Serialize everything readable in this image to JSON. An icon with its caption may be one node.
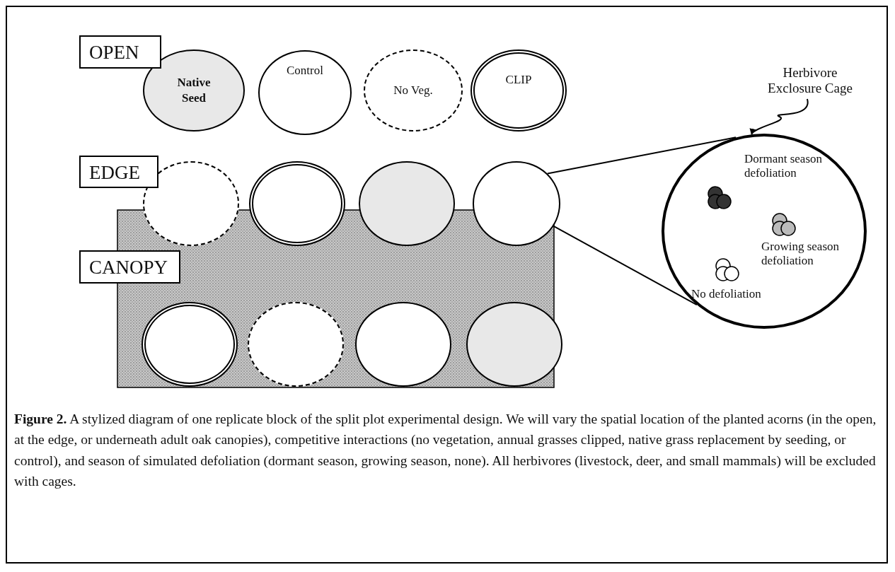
{
  "diagram": {
    "caption": "**Figure 2.** A stylized diagram of one replicate block of the split plot experimental design. We will vary the spatial location of the planted acorns (in the open, at the edge, or underneath adult oak canopies), competitive interactions (no vegetation, annual grasses clipped, native grass replacement by seeding, or control), and season of simulated defoliation (dormant season, growing season, none). All herbivores (livestock, deer, and small mammals) will be excluded with cages.",
    "nodes": [
      {
        "text": [
          "OPEN"
        ]
      },
      {
        "text": [
          "Native Seed"
        ]
      },
      {
        "text": [
          "Control"
        ]
      },
      {
        "text": [
          "No Veg."
        ]
      },
      {
        "text": [
          "CLIP"
        ]
      },
      {
        "text": [
          "EDGE"
        ]
      },
      {
        "text": [],
        "shape": "circle"
      },
      {
        "text": [],
        "shape": "circle"
      },
      {
        "text": [],
        "shape": "circle"
      },
      {
        "text": [],
        "shape": "circle"
      },
      {
        "text": [
          "CANOPY"
        ]
      },
      {
        "text": [],
        "shape": "circle"
      },
      {
        "text": [],
        "shape": "circle"
      },
      {
        "text": [],
        "shape": "circle"
      },
      {
        "text": [],
        "shape": "circle"
      },
      {
        "text": [
          "Herbivore Exclosure Cage"
        ]
      },
      {
        "text": [
          "Dormant season defoliation",
          "Growing season defoliation",
          "No defoliation"
        ]
      }
    ],
    "edges": [
      {
        "from": 15,
        "to": 16,
        "arrow": "to"
      },
      {
        "from": 9,
        "to": 16,
        "arrow": "none"
      },
      {
        "from": 9,
        "to": 16,
        "arrow": "none"
      }
    ]
  }
}
